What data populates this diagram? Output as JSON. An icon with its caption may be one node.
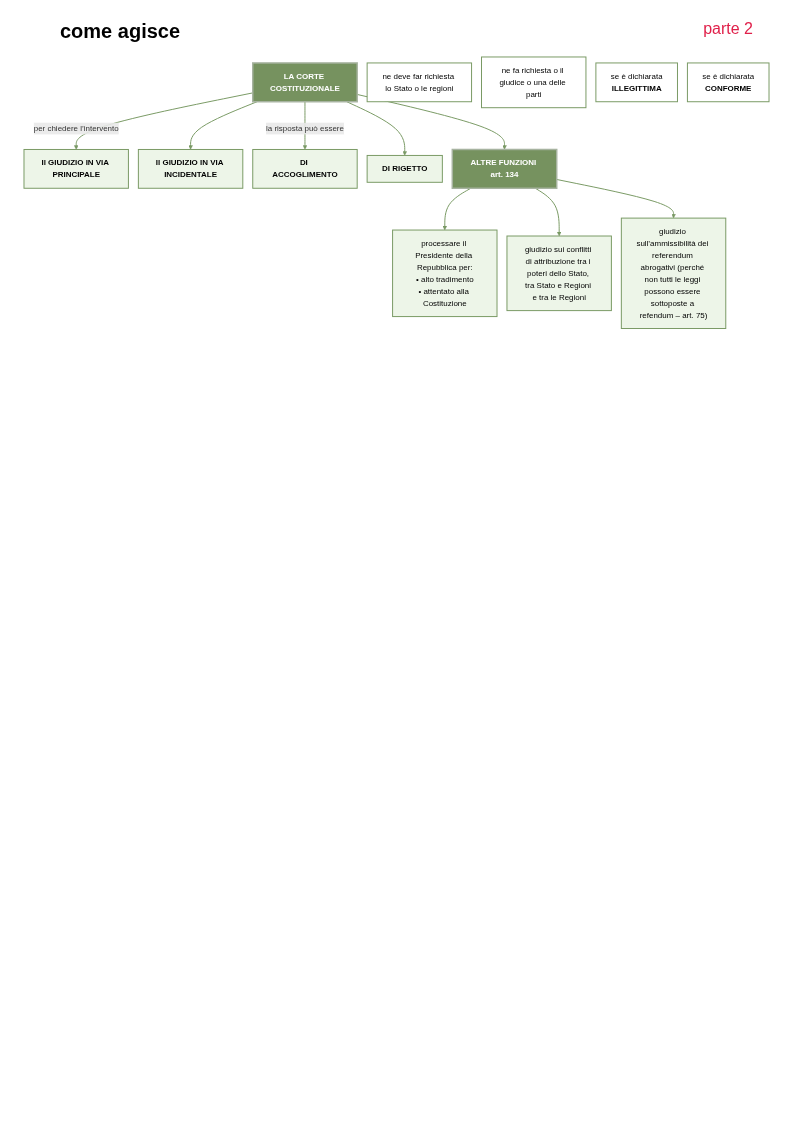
{
  "diagram": {
    "nodes": [
      {
        "text": [
          "LA CORTE COSTITUZIONALE"
        ]
      },
      {
        "text": [
          "Il GIUDIZIO IN VIA PRINCIPALE"
        ]
      },
      {
        "text": [
          "ne deve far richiesta lo Stato o le regioni"
        ]
      },
      {
        "text": [
          "Il GIUDIZIO IN VIA INCIDENTALE"
        ]
      },
      {
        "text": [
          "ne fa richiesta o il giudice o una delle parti"
        ]
      },
      {
        "text": [
          "DI ACCOGLIMENTO"
        ]
      },
      {
        "text": [
          "se è dichiarata",
          "ILLEGITTIMA"
        ]
      },
      {
        "text": [
          "DI RIGETTO"
        ]
      },
      {
        "text": [
          "se è dichiarata",
          "CONFORME"
        ]
      },
      {
        "text": [
          "ALTRE FUNZIONI art. 134"
        ]
      },
      {
        "text": [
          "processare il Presidente della Repubblica per:",
          "• alto tradimento",
          "• attentato alla Costituzione"
        ]
      },
      {
        "text": [
          "giudizio sui conflitti di attribuzione tra i poteri dello Stato, tra Stato e Regioni e tra le Regioni"
        ]
      },
      {
        "text": [
          "giudizio sull’ammissibilità dei referendum abrogativi (perché non tutti le leggi possono essere sottoposte a refendum – art. 75)"
        ]
      }
    ],
    "edges": [
      {
        "from": 0,
        "to": 1,
        "arrow": "to",
        "label": "per chiedere l’intervento"
      },
      {
        "from": 0,
        "to": 3,
        "arrow": "to"
      },
      {
        "from": 0,
        "to": 5,
        "arrow": "to",
        "label": "la risposta può essere"
      },
      {
        "from": 0,
        "to": 7,
        "arrow": "to"
      },
      {
        "from": 0,
        "to": 9,
        "arrow": "to"
      },
      {
        "from": 9,
        "to": 10,
        "arrow": "to"
      },
      {
        "from": 9,
        "to": 11,
        "arrow": "to"
      },
      {
        "from": 9,
        "to": 12,
        "arrow": "to"
      }
    ],
    "labels": [
      "parte 2",
      "come agisce"
    ]
  }
}
